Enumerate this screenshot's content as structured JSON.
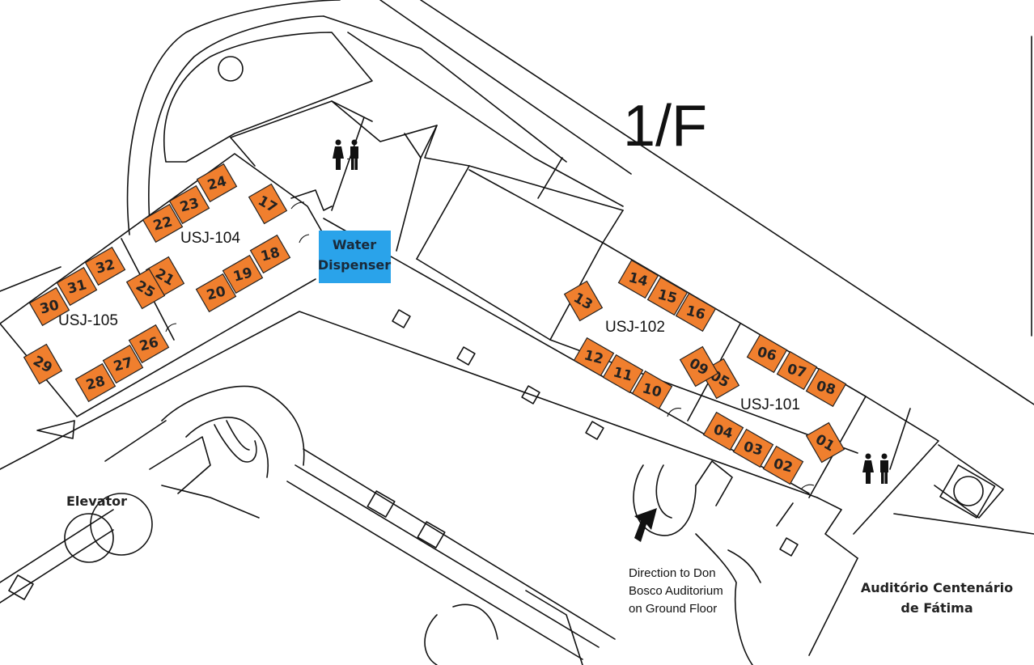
{
  "floor": "1/F",
  "rooms": {
    "usj105": "USJ-105",
    "usj104": "USJ-104",
    "usj102": "USJ-102",
    "usj101": "USJ-101"
  },
  "water_dispenser": {
    "line1": "Water",
    "line2": "Dispenser",
    "color": "#2aa3ea"
  },
  "elevator": "Elevator",
  "direction": {
    "line1": "Direction to Don",
    "line2": "Bosco Auditorium",
    "line3": "on Ground Floor"
  },
  "auditorium": {
    "line1": "Auditório Centenário",
    "line2": "de Fátima"
  },
  "booth_color": "#f07f2e",
  "booths": [
    "01",
    "02",
    "03",
    "04",
    "05",
    "06",
    "07",
    "08",
    "09",
    "10",
    "11",
    "12",
    "13",
    "14",
    "15",
    "16",
    "17",
    "18",
    "19",
    "20",
    "21",
    "22",
    "23",
    "24",
    "25",
    "26",
    "27",
    "28",
    "29",
    "30",
    "31",
    "32"
  ],
  "icons": [
    "restroom-icon",
    "restroom-icon",
    "direction-arrow-icon",
    "entrance-triangle-icon"
  ]
}
